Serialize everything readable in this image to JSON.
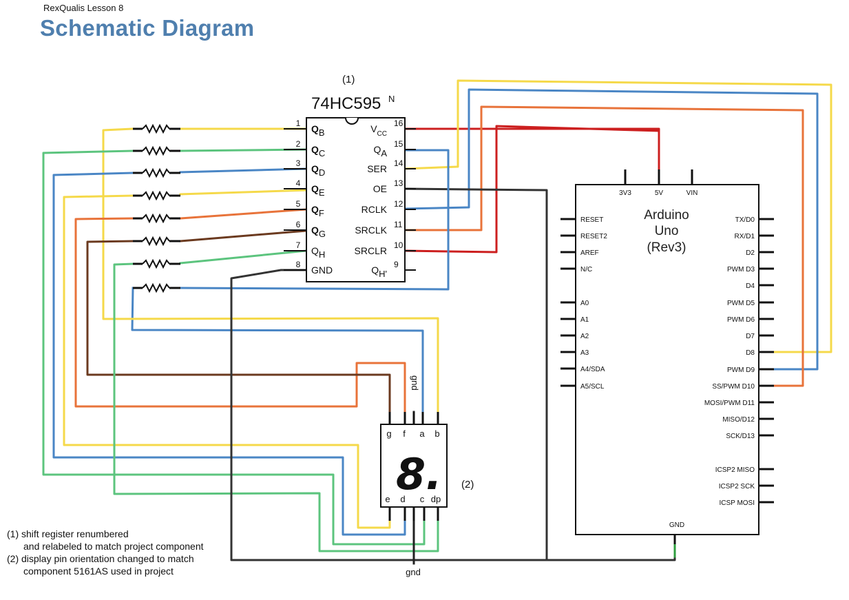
{
  "header": {
    "lesson": "RexQualis Lesson 8",
    "title": "Schematic Diagram"
  },
  "shift_register": {
    "note_marker": "(1)",
    "part": "74HC595",
    "suffix": "N",
    "left_pins": [
      {
        "num": "1",
        "label": "Q",
        "sub": "B",
        "bold": true
      },
      {
        "num": "2",
        "label": "Q",
        "sub": "C",
        "bold": true
      },
      {
        "num": "3",
        "label": "Q",
        "sub": "D",
        "bold": true
      },
      {
        "num": "4",
        "label": "Q",
        "sub": "E",
        "bold": true
      },
      {
        "num": "5",
        "label": "Q",
        "sub": "F",
        "bold": true
      },
      {
        "num": "6",
        "label": "Q",
        "sub": "G",
        "bold": true
      },
      {
        "num": "7",
        "label": "Q",
        "sub": "H",
        "bold": false
      },
      {
        "num": "8",
        "label": "GND",
        "sub": "",
        "bold": false
      }
    ],
    "right_pins": [
      {
        "num": "16",
        "label": "V",
        "sub": "CC"
      },
      {
        "num": "15",
        "label": "Q",
        "sub": "A"
      },
      {
        "num": "14",
        "label": "SER",
        "sub": ""
      },
      {
        "num": "13",
        "label": "OE",
        "sub": ""
      },
      {
        "num": "12",
        "label": "RCLK",
        "sub": ""
      },
      {
        "num": "11",
        "label": "SRCLK",
        "sub": ""
      },
      {
        "num": "10",
        "label": "SRCLR",
        "sub": ""
      },
      {
        "num": "9",
        "label": "Q",
        "sub": "H'"
      }
    ]
  },
  "arduino": {
    "title_lines": [
      "Arduino",
      "Uno",
      "(Rev3)"
    ],
    "top_pins": [
      "3V3",
      "5V",
      "VIN"
    ],
    "left_pins": [
      "RESET",
      "RESET2",
      "AREF",
      "N/C",
      "A0",
      "A1",
      "A2",
      "A3",
      "A4/SDA",
      "A5/SCL"
    ],
    "right_pins": [
      "TX/D0",
      "RX/D1",
      "D2",
      "PWM D3",
      "D4",
      "PWM D5",
      "PWM D6",
      "D7",
      "D8",
      "PWM D9",
      "SS/PWM D10",
      "MOSI/PWM D11",
      "MISO/D12",
      "SCK/D13",
      "ICSP2 MISO",
      "ICSP2 SCK",
      "ICSP MOSI"
    ],
    "bottom_pin": "GND"
  },
  "display": {
    "note_marker": "(2)",
    "top_labels": [
      "g",
      "f",
      "a",
      "b"
    ],
    "bottom_labels": [
      "e",
      "d",
      "c",
      "dp"
    ],
    "top_gnd_label": "gnd",
    "bottom_gnd_label": "gnd",
    "digit": "8."
  },
  "notes": {
    "line1": "(1) shift register renumbered",
    "line2": "and relabeled to match project component",
    "line3": "(2) display pin orientation changed to match",
    "line4": "component 5161AS used in project"
  },
  "wire_colors": {
    "red": "#cc1f1f",
    "yellow": "#f5d94a",
    "blue": "#4a86c5",
    "orange": "#e8733a",
    "green": "#5cc47e",
    "brown": "#6b3a1f",
    "dark": "#333333",
    "grnd_green": "#2e9e3e"
  }
}
